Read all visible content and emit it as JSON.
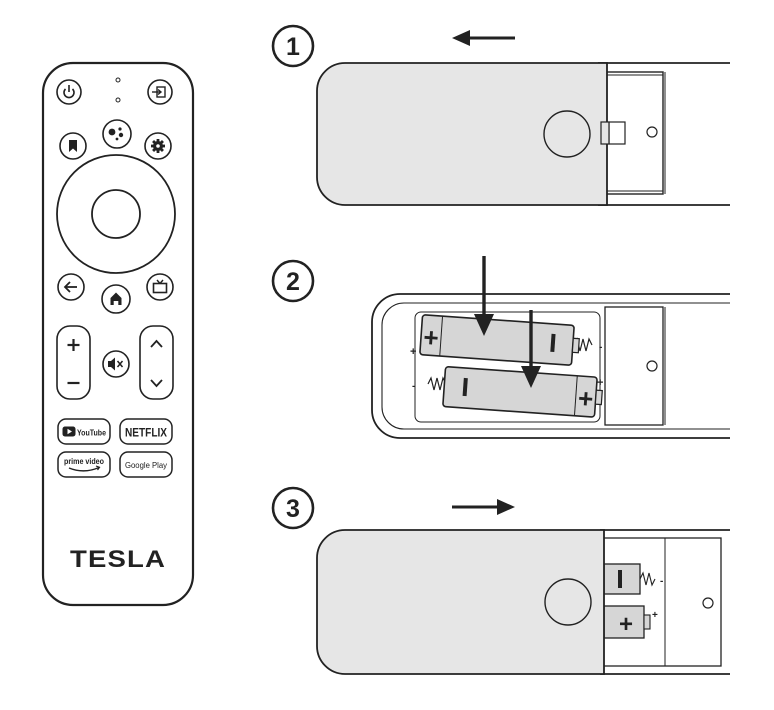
{
  "remote": {
    "brand": "TESLA",
    "app_buttons": [
      {
        "label": "YouTube"
      },
      {
        "label": "NETFLIX"
      },
      {
        "label": "prime video"
      },
      {
        "label": "Google Play"
      }
    ],
    "icons": [
      "power-icon",
      "input-icon",
      "bookmark-icon",
      "google-assistant-icon",
      "gear-icon",
      "back-arrow-icon",
      "home-icon",
      "tv-icon",
      "mute-icon",
      "volume-plus-icon",
      "volume-minus-icon",
      "chevron-up-icon",
      "chevron-down-icon"
    ]
  },
  "steps": [
    {
      "number": "1"
    },
    {
      "number": "2"
    },
    {
      "number": "3"
    }
  ],
  "battery_marks": {
    "plus": "+",
    "minus": "-"
  },
  "colors": {
    "stroke": "#222222",
    "cover_fill": "#e6e6e6",
    "battery_fill": "#d6d6d6",
    "paper": "#ffffff"
  }
}
